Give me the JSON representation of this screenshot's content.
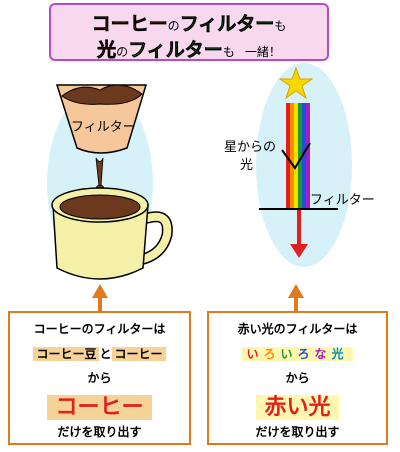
{
  "title": {
    "line1": {
      "coffee": "コーヒー",
      "no": "の",
      "filter": "フィルター",
      "mo": "も"
    },
    "line2": {
      "light": "光",
      "no": "の",
      "filter": "フィルター",
      "mo": "も",
      "issho": "一緒！"
    }
  },
  "left_panel": {
    "filter_label": "フィルター"
  },
  "right_panel": {
    "starlight_label_1": "星からの",
    "starlight_label_2": "光",
    "filter_label": "フィルター"
  },
  "left_box": {
    "line1": "コーヒーのフィルターは",
    "beans": "コーヒー豆",
    "to": "と",
    "coffee": "コーヒー",
    "kara": "から",
    "result": "コーヒー",
    "extract": "だけを取り出す"
  },
  "right_box": {
    "line1": "赤い光のフィルターは",
    "colors": [
      {
        "char": "い",
        "color": "#e02020"
      },
      {
        "char": "ろ",
        "color": "#ff8a00"
      },
      {
        "char": "い",
        "color": "#1a9b2a"
      },
      {
        "char": "ろ",
        "color": "#1f4fe0"
      },
      {
        "char": "な",
        "color": "#a020c0"
      },
      {
        "char": "光",
        "color": "#0090c0"
      }
    ],
    "kara": "から",
    "result": "赤い光",
    "extract": "だけを取り出す"
  }
}
